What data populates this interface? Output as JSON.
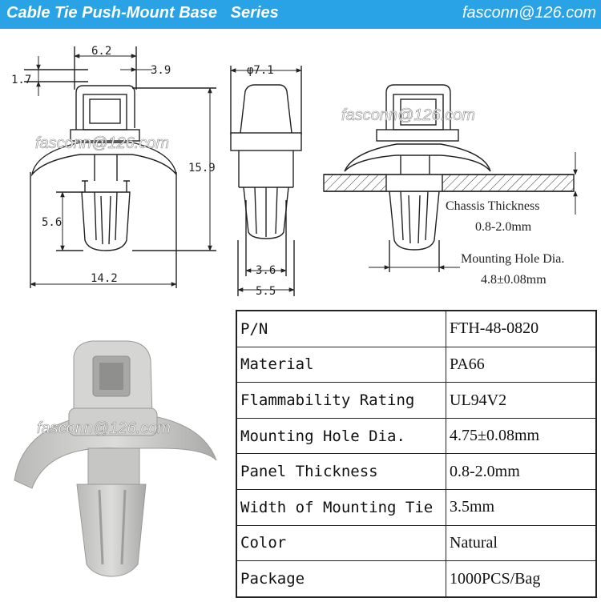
{
  "header": {
    "title": "Cable Tie Push-Mount Base   Series",
    "email": "fasconn@126.com",
    "background": "#29a3e6"
  },
  "watermark": "fasconn@126.com",
  "drawing": {
    "front": {
      "top_width": "6.2",
      "right_offset": "3.9",
      "left_offset": "1.7",
      "height": "15.9",
      "leg_height": "5.6",
      "base_width": "14.2"
    },
    "side": {
      "diameter": "φ7.1",
      "tip_width": "3.6",
      "neck_width": "5.5"
    },
    "section": {
      "watermark": "fasconn@126.com",
      "chassis_label": "Chassis Thickness",
      "chassis_value": "0.8-2.0mm",
      "hole_label": "Mounting Hole Dia.",
      "hole_value": "4.8±0.08mm"
    }
  },
  "specs": [
    {
      "label": "P/N",
      "value": "FTH-48-0820"
    },
    {
      "label": "Material",
      "value": "PA66"
    },
    {
      "label": "Flammability Rating",
      "value": "UL94V2"
    },
    {
      "label": "Mounting Hole Dia.",
      "value": "4.75±0.08mm"
    },
    {
      "label": "Panel Thickness",
      "value": "0.8-2.0mm"
    },
    {
      "label": "Width of Mounting Tie",
      "value": "3.5mm"
    },
    {
      "label": "Color",
      "value": "Natural"
    },
    {
      "label": "Package",
      "value": "1000PCS/Bag"
    }
  ]
}
